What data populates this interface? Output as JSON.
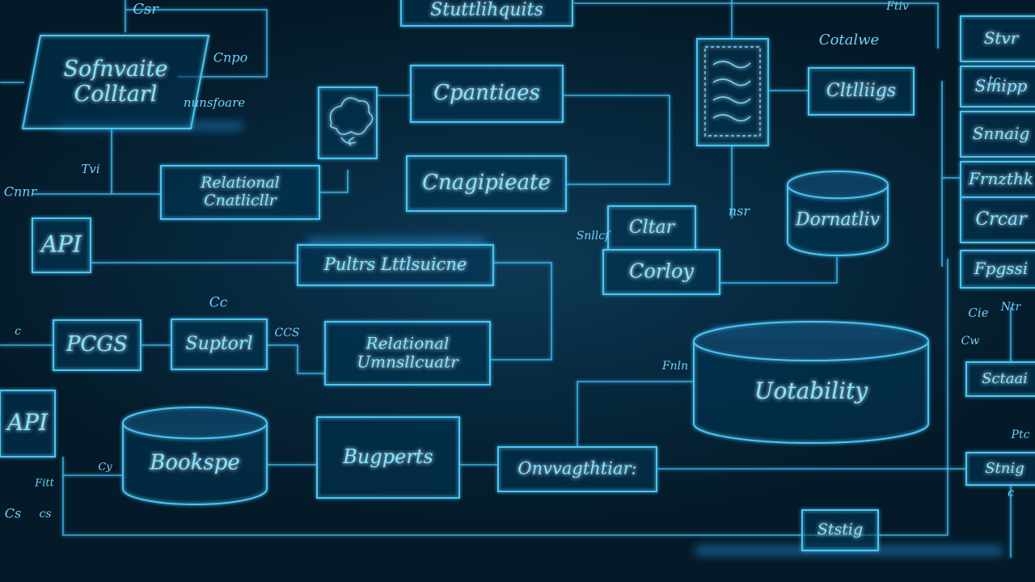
{
  "colors": {
    "background": "#062436",
    "line": "#3fb8ee",
    "text": "#8fe3ff",
    "glow": "#2aa8ff"
  },
  "nodes": [
    {
      "id": "n-top-banner",
      "label": "Stuttlihquits",
      "shape": "box"
    },
    {
      "id": "n-software-collard",
      "label": "Sofnvaite\nColltarl",
      "shape": "parallelogram"
    },
    {
      "id": "n-cloud-icon",
      "label": "",
      "shape": "icon-box"
    },
    {
      "id": "n-operations",
      "label": "Cpantiaes",
      "shape": "box"
    },
    {
      "id": "n-composite",
      "label": "Cnagipieate",
      "shape": "box"
    },
    {
      "id": "n-relational-1",
      "label": "Relational\nCnatlicllr",
      "shape": "box"
    },
    {
      "id": "n-api-1",
      "label": "API",
      "shape": "box"
    },
    {
      "id": "n-pattern",
      "label": "Pultrs Lttlsuicne",
      "shape": "box"
    },
    {
      "id": "n-pcgs",
      "label": "PCGS",
      "shape": "box"
    },
    {
      "id": "n-supportl",
      "label": "Suptorl",
      "shape": "box"
    },
    {
      "id": "n-relational-2",
      "label": "Relational\nUmnsllcuatr",
      "shape": "box"
    },
    {
      "id": "n-api-2",
      "label": "API",
      "shape": "box"
    },
    {
      "id": "n-bookspe",
      "label": "Bookspe",
      "shape": "cylinder"
    },
    {
      "id": "n-bugports",
      "label": "Bugperts",
      "shape": "box"
    },
    {
      "id": "n-converged",
      "label": "Onvvagthtiar:",
      "shape": "box"
    },
    {
      "id": "n-doc-panel",
      "label": "",
      "shape": "doc-icon"
    },
    {
      "id": "n-cltlliigs",
      "label": "Cltlliigs",
      "shape": "box"
    },
    {
      "id": "n-cltar",
      "label": "Cltar",
      "shape": "box"
    },
    {
      "id": "n-corloy",
      "label": "Corloy",
      "shape": "box"
    },
    {
      "id": "n-dornatlie",
      "label": "Dornatliv",
      "shape": "cylinder"
    },
    {
      "id": "n-uotability",
      "label": "Uotability",
      "shape": "cylinder"
    },
    {
      "id": "n-bottom-small",
      "label": "Ststig",
      "shape": "box"
    },
    {
      "id": "n-r1",
      "label": "Stvr",
      "shape": "box"
    },
    {
      "id": "n-r2",
      "label": "Smipp",
      "shape": "box"
    },
    {
      "id": "n-r3",
      "label": "Snnaig",
      "shape": "box"
    },
    {
      "id": "n-r4",
      "label": "Frnzthk",
      "shape": "box"
    },
    {
      "id": "n-r5",
      "label": "Crcar",
      "shape": "box"
    },
    {
      "id": "n-r6",
      "label": "Fpgssi",
      "shape": "box"
    },
    {
      "id": "n-r7",
      "label": "Sctaai",
      "shape": "box"
    },
    {
      "id": "n-r8",
      "label": "Stnig",
      "shape": "box"
    }
  ],
  "stray_labels": [
    "Csr",
    "Cnpo",
    "nunsfoare",
    "Cotalwe",
    "Ftiv",
    "Tvi",
    "Cnnr",
    "nsr",
    "Snllcf",
    "Cc",
    "CCS",
    "c",
    "Cie",
    "Cw",
    "Fnln",
    "Cy",
    "Fitt",
    "Cs",
    "cs",
    "Ptc",
    "tc",
    "Ntr",
    "c"
  ]
}
